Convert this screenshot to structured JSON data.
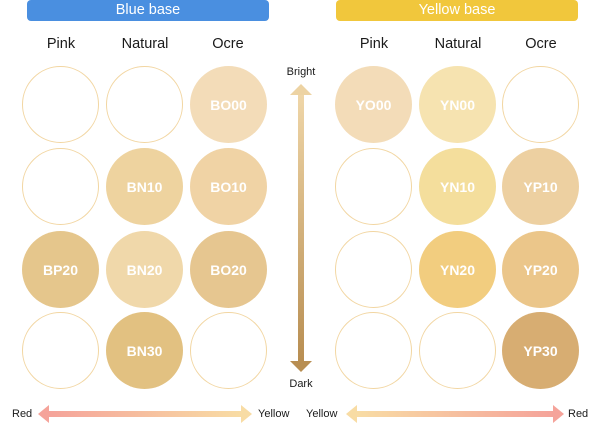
{
  "banners": {
    "left": "Blue base",
    "right": "Yellow base"
  },
  "columns": [
    "Pink",
    "Natural",
    "Ocre",
    "Pink",
    "Natural",
    "Ocre"
  ],
  "vertical_axis": {
    "top": "Bright",
    "bottom": "Dark"
  },
  "horizontal_axis": {
    "left": {
      "start": "Red",
      "end": "Yellow"
    },
    "right": {
      "start": "Yellow",
      "end": "Red"
    }
  },
  "grid": [
    [
      {
        "label": "",
        "color": ""
      },
      {
        "label": "",
        "color": ""
      },
      {
        "label": "BO00",
        "color": "#f3dcb8"
      },
      {
        "label": "YO00",
        "color": "#f3dcb8"
      },
      {
        "label": "YN00",
        "color": "#f6e3b0"
      },
      {
        "label": "",
        "color": ""
      }
    ],
    [
      {
        "label": "",
        "color": ""
      },
      {
        "label": "BN10",
        "color": "#eed39f"
      },
      {
        "label": "BO10",
        "color": "#f0d3a5"
      },
      {
        "label": "",
        "color": ""
      },
      {
        "label": "YN10",
        "color": "#f4de9c"
      },
      {
        "label": "YP10",
        "color": "#edd0a1"
      }
    ],
    [
      {
        "label": "BP20",
        "color": "#e5c68c"
      },
      {
        "label": "BN20",
        "color": "#f0d8aa"
      },
      {
        "label": "BO20",
        "color": "#e6c690"
      },
      {
        "label": "",
        "color": ""
      },
      {
        "label": "YN20",
        "color": "#f2cd7f"
      },
      {
        "label": "YP20",
        "color": "#ebc68a"
      }
    ],
    [
      {
        "label": "",
        "color": ""
      },
      {
        "label": "BN30",
        "color": "#e2c181"
      },
      {
        "label": "",
        "color": ""
      },
      {
        "label": "",
        "color": ""
      },
      {
        "label": "",
        "color": ""
      },
      {
        "label": "YP30",
        "color": "#d7ad72"
      }
    ]
  ]
}
